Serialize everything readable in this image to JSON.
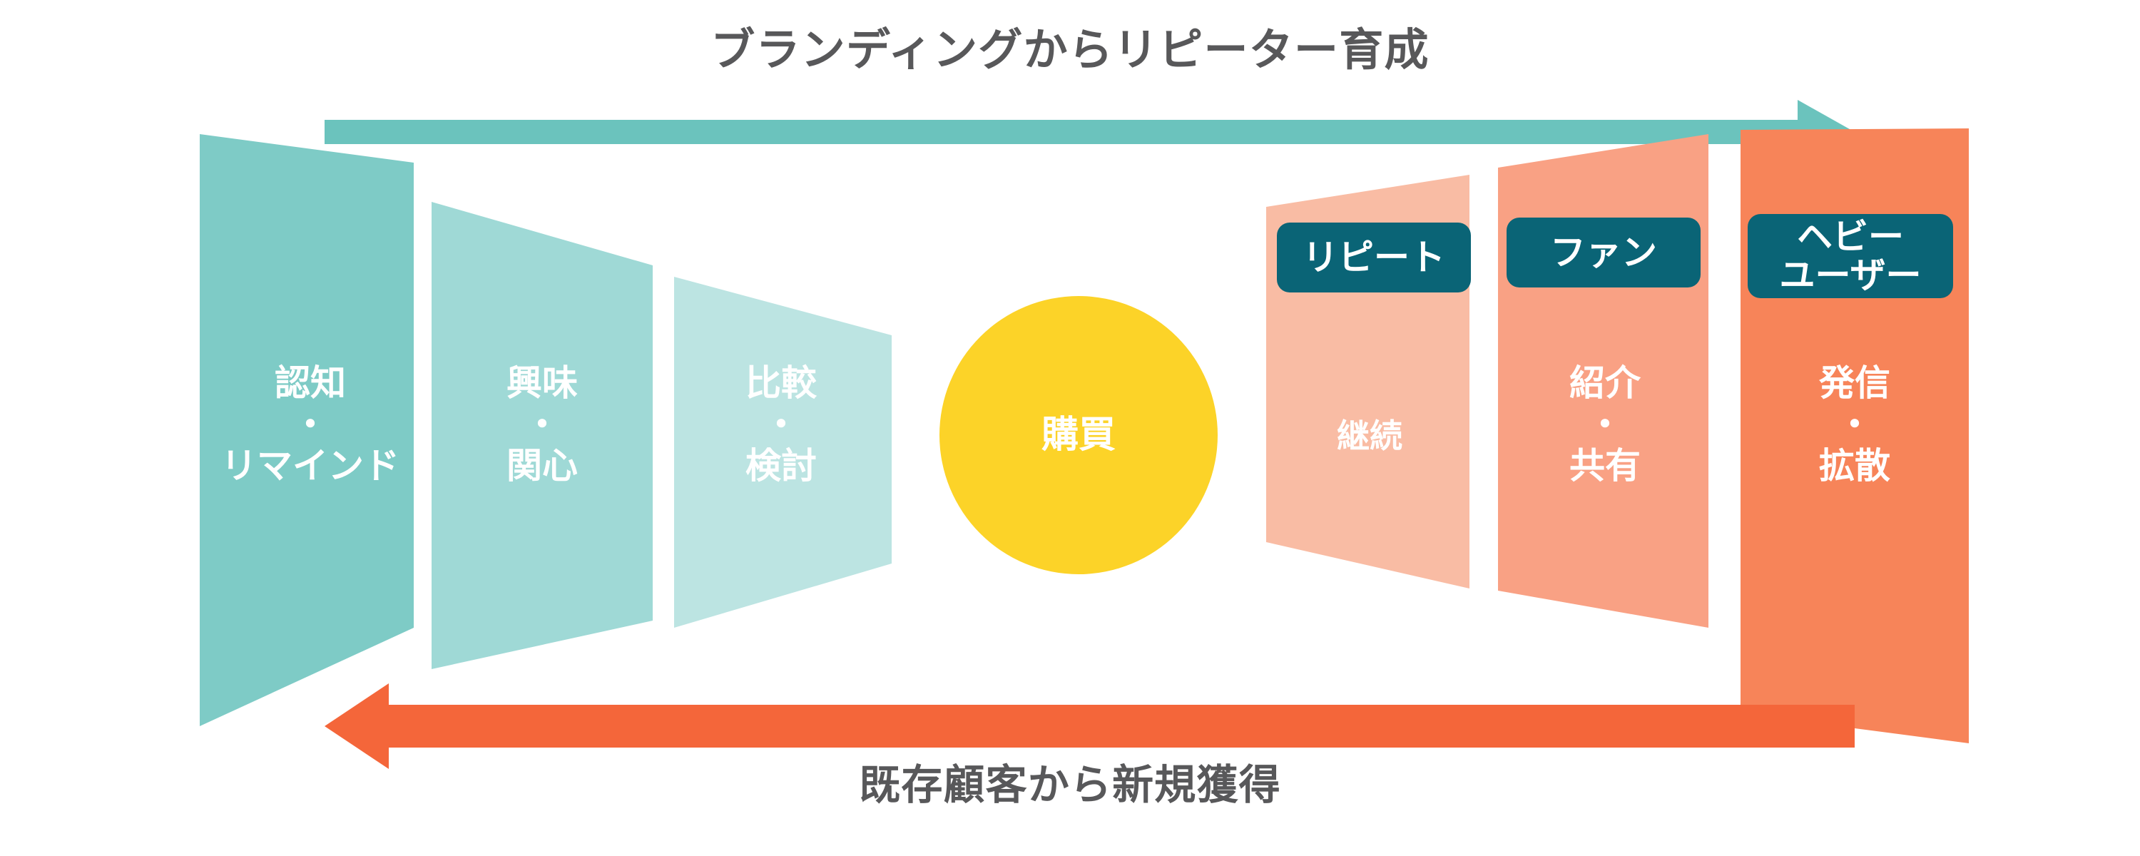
{
  "headings": {
    "top": "ブランディングからリピーター育成",
    "bottom": "既存顧客から新規獲得"
  },
  "colors": {
    "text_gray": "#58585A",
    "stage_1": "#7ECBC6",
    "stage_2": "#9FD9D6",
    "stage_3": "#BCE4E2",
    "purchase": "#FCD328",
    "stage_4": "#F9BCA4",
    "stage_5": "#F9A184",
    "stage_6": "#F78459",
    "badge": "#0A6476",
    "arrow_top": "#6BC3BD",
    "arrow_bottom": "#F4663A"
  },
  "arrows": [
    {
      "name": "top-arrow",
      "label": "ブランディングからリピーター育成",
      "direction": "right",
      "color": "#6BC3BD"
    },
    {
      "name": "bottom-arrow",
      "label": "既存顧客から新規獲得",
      "direction": "left",
      "color": "#F4663A"
    }
  ],
  "funnel": {
    "pre_purchase": [
      {
        "id": "awareness",
        "label": "認知\n・\nリマインド",
        "color": "#7ECBC6",
        "badge": null
      },
      {
        "id": "interest",
        "label": "興味\n・\n関心",
        "color": "#9FD9D6",
        "badge": null
      },
      {
        "id": "compare",
        "label": "比較\n・\n検討",
        "color": "#BCE4E2",
        "badge": null
      }
    ],
    "purchase": {
      "id": "purchase",
      "label": "購買",
      "color": "#FCD328"
    },
    "post_purchase": [
      {
        "id": "continue",
        "label": "継続",
        "color": "#F9BCA4",
        "badge": "リピート"
      },
      {
        "id": "refer",
        "label": "紹介\n・\n共有",
        "color": "#F9A184",
        "badge": "ファン"
      },
      {
        "id": "advocate",
        "label": "発信\n・\n拡散",
        "color": "#F78459",
        "badge": "ヘビー\nユーザー"
      }
    ]
  }
}
